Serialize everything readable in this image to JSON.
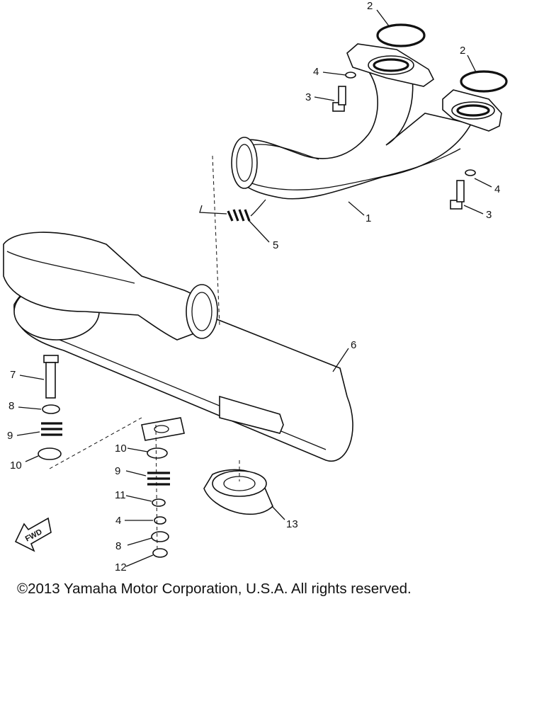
{
  "callouts": {
    "c1": "1",
    "c2a": "2",
    "c2b": "2",
    "c3a": "3",
    "c3b": "3",
    "c4a": "4",
    "c4b": "4",
    "c4c": "4",
    "c5": "5",
    "c6": "6",
    "c7": "7",
    "c8a": "8",
    "c8b": "8",
    "c9a": "9",
    "c9b": "9",
    "c10a": "10",
    "c10b": "10",
    "c11": "11",
    "c12": "12",
    "c13": "13"
  },
  "fwd_label": "FWD",
  "copyright": "©2013 Yamaha Motor Corporation, U.S.A. All rights reserved."
}
